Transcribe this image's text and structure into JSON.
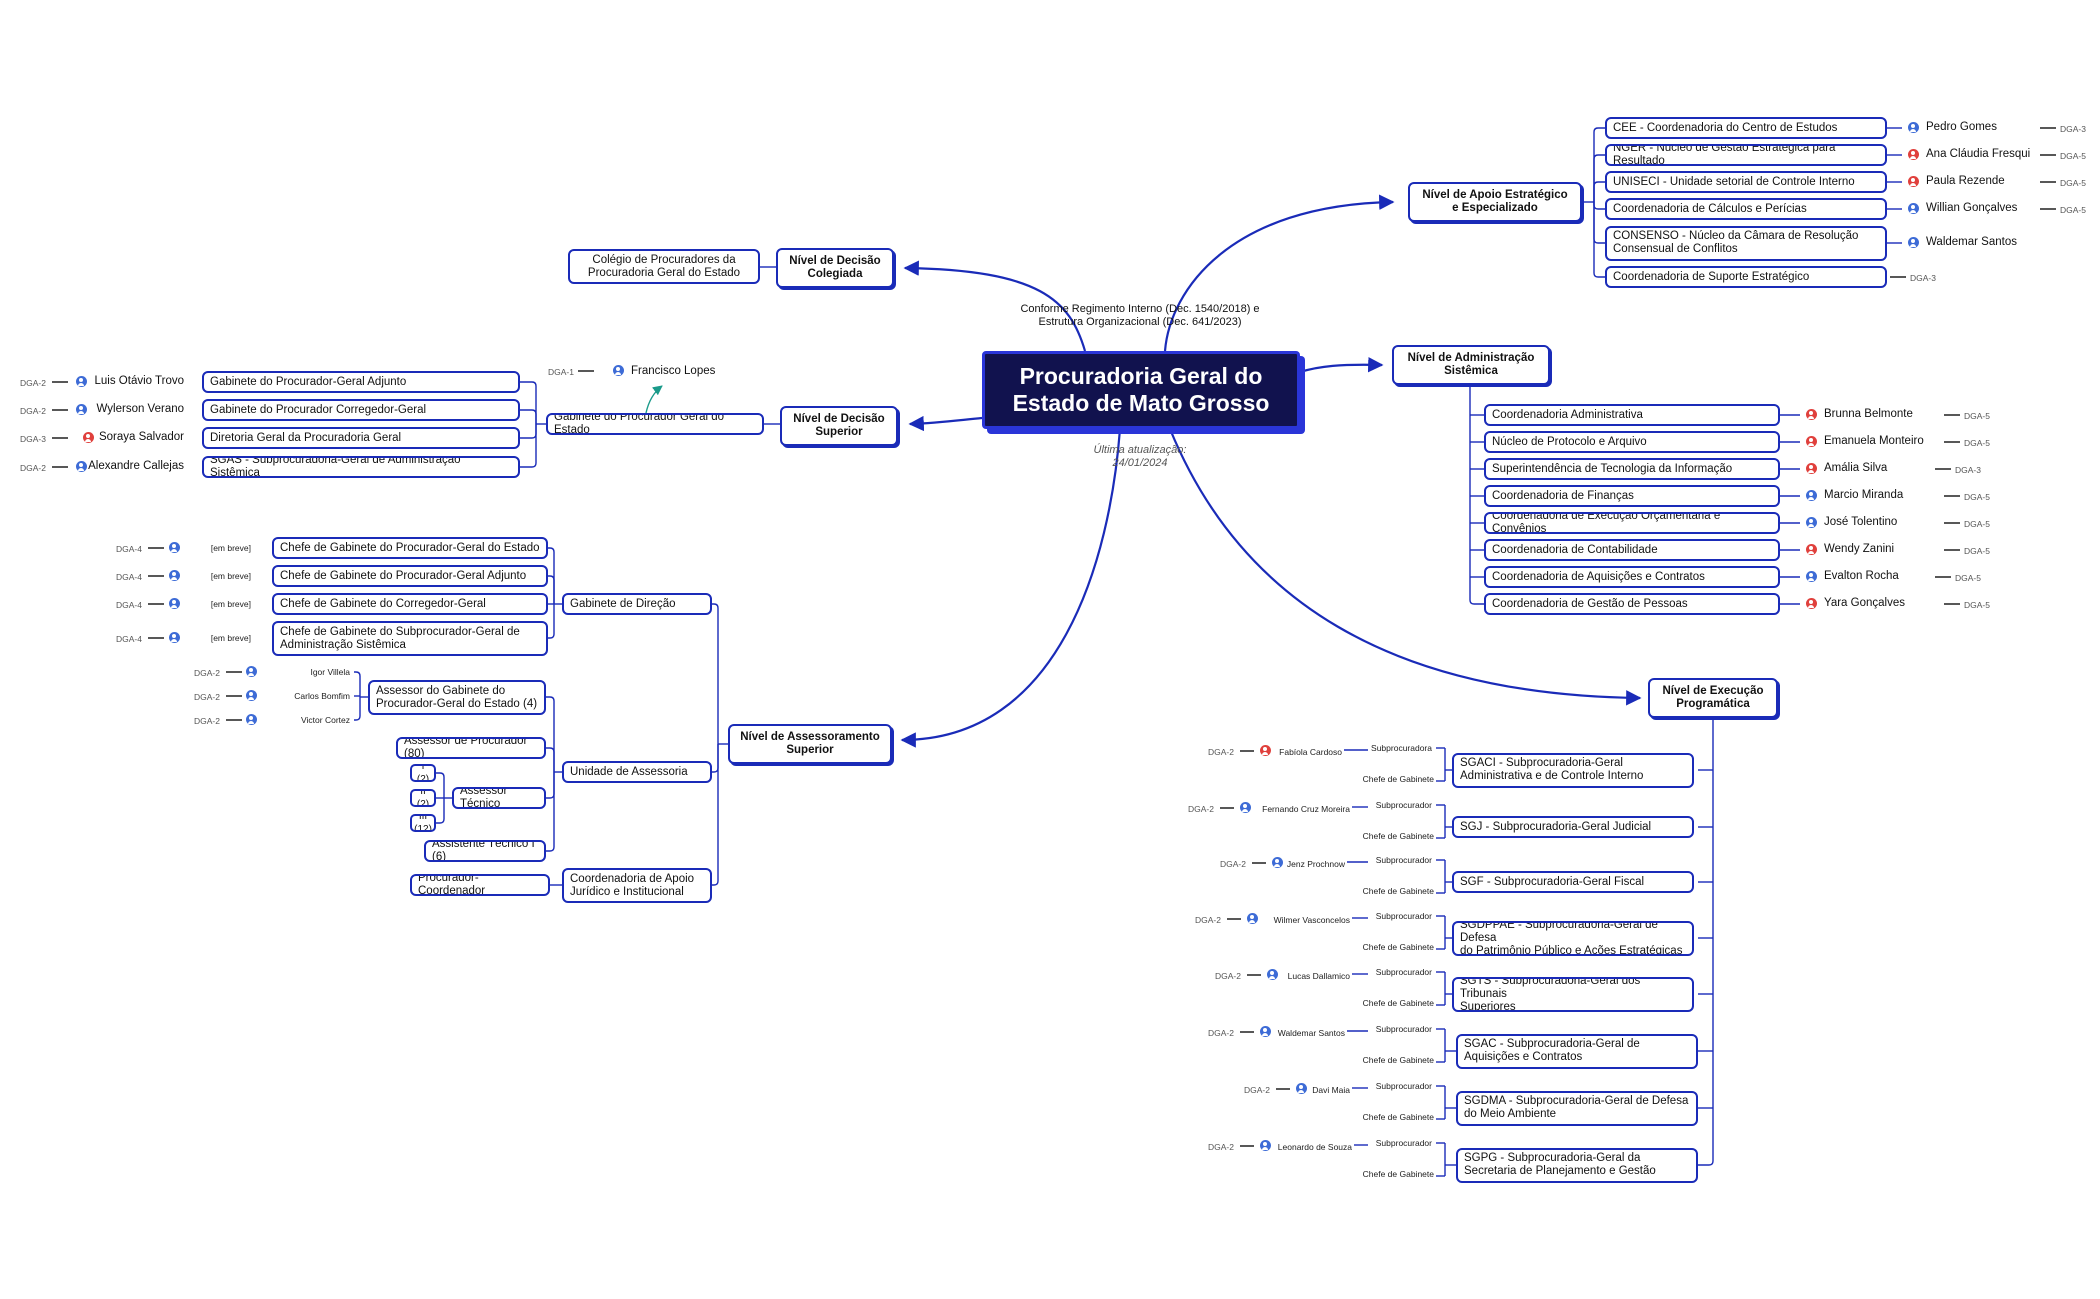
{
  "central": {
    "title": "Procuradoria Geral do\nEstado de Mato Grosso",
    "note": "Conforme Regimento Interno (Dec. 1540/2018) e\nEstrutura Organizacional (Dec. 641/2023)",
    "updated": "Última atualização:\n24/01/2024"
  },
  "colors": {
    "line": "#1a2bb8",
    "central_bg": "#11124e",
    "female": "#e0403c",
    "male": "#3d6bd6",
    "teal": "#1a9a8a"
  },
  "colegiada": {
    "label": "Nível de Decisão\nColegiada",
    "child": "Colégio de Procuradores da\nProcuradoria Geral do Estado"
  },
  "superior": {
    "label": "Nível de Decisão\nSuperior",
    "gabinete": "Gabinete do Procurador Geral do Estado",
    "head": {
      "dga": "DGA-1",
      "name": "Francisco Lopes",
      "icon": "user-icon"
    },
    "items": [
      {
        "label": "Gabinete do Procurador-Geral Adjunto",
        "name": "Luis Otávio Trovo",
        "dga": "DGA-2",
        "g": "male"
      },
      {
        "label": "Gabinete do Procurador Corregedor-Geral",
        "name": "Wylerson Verano",
        "dga": "DGA-2",
        "g": "male"
      },
      {
        "label": "Diretoria Geral da Procuradoria Geral",
        "name": "Soraya Salvador",
        "dga": "DGA-3",
        "g": "female"
      },
      {
        "label": "SGAS - Subprocuradoria-Geral de Administração Sistêmica",
        "name": "Alexandre Callejas",
        "dga": "DGA-2",
        "g": "male"
      }
    ]
  },
  "assessoramento": {
    "label": "Nível de Assessoramento\nSuperior",
    "gabinete_direcao": "Gabinete de Direção",
    "chefes": [
      {
        "label": "Chefe de Gabinete do Procurador-Geral do Estado",
        "status": "[em breve]",
        "dga": "DGA-4"
      },
      {
        "label": "Chefe de Gabinete do Procurador-Geral Adjunto",
        "status": "[em breve]",
        "dga": "DGA-4"
      },
      {
        "label": "Chefe de Gabinete do Corregedor-Geral",
        "status": "[em breve]",
        "dga": "DGA-4"
      },
      {
        "label": "Chefe de Gabinete do Subprocurador-Geral de\nAdministração Sistêmica",
        "status": "[em breve]",
        "dga": "DGA-4"
      }
    ],
    "unidade": "Unidade de Assessoria",
    "assessor_gabinete": "Assessor do Gabinete do\nProcurador-Geral do Estado (4)",
    "assessores": [
      {
        "name": "Igor Villela",
        "dga": "DGA-2"
      },
      {
        "name": "Carlos Bomfim",
        "dga": "DGA-2"
      },
      {
        "name": "Victor Cortez",
        "dga": "DGA-2"
      }
    ],
    "assessor_procurador": "Assessor de Procurador (80)",
    "assessor_tecnico": "Assessor Técnico",
    "tecnico_levels": [
      "I (2)",
      "II (2)",
      "III (12)"
    ],
    "assistente": "Assistente Técnico I (6)",
    "coordenadoria": "Coordenadoria de Apoio\nJurídico e Institucional",
    "procurador_coordenador": "Procurador-Coordenador"
  },
  "apoio": {
    "label": "Nível de Apoio Estratégico\ne Especializado",
    "items": [
      {
        "label": "CEE - Coordenadoria do Centro de Estudos",
        "name": "Pedro Gomes",
        "dga": "DGA-3",
        "g": "male"
      },
      {
        "label": "NGER - Núcleo de Gestão Estratégica para Resultado",
        "name": "Ana Cláudia Fresqui",
        "dga": "DGA-5",
        "g": "female"
      },
      {
        "label": "UNISECI - Unidade setorial de Controle Interno",
        "name": "Paula Rezende",
        "dga": "DGA-5",
        "g": "female"
      },
      {
        "label": "Coordenadoria de Cálculos e Perícias",
        "name": "Willian Gonçalves",
        "dga": "DGA-5",
        "g": "male"
      },
      {
        "label": "CONSENSO - Núcleo da Câmara de Resolução\nConsensual de Conflitos",
        "name": "Waldemar Santos",
        "dga": "",
        "g": "male"
      },
      {
        "label": "Coordenadoria de Suporte Estratégico",
        "name": "",
        "dga": "DGA-3",
        "g": ""
      }
    ]
  },
  "administracao": {
    "label": "Nível de Administração\nSistêmica",
    "items": [
      {
        "label": "Coordenadoria Administrativa",
        "name": "Brunna Belmonte",
        "dga": "DGA-5",
        "g": "female"
      },
      {
        "label": "Núcleo de Protocolo e Arquivo",
        "name": "Emanuela Monteiro",
        "dga": "DGA-5",
        "g": "female"
      },
      {
        "label": "Superintendência de Tecnologia da Informação",
        "name": "Amália Silva",
        "dga": "DGA-3",
        "g": "female"
      },
      {
        "label": "Coordenadoria de Finanças",
        "name": "Marcio Miranda",
        "dga": "DGA-5",
        "g": "male"
      },
      {
        "label": "Coordenadoria de Execução Orçamentária e Convênios",
        "name": "José Tolentino",
        "dga": "DGA-5",
        "g": "male"
      },
      {
        "label": "Coordenadoria de Contabilidade",
        "name": "Wendy Zanini",
        "dga": "DGA-5",
        "g": "female"
      },
      {
        "label": "Coordenadoria de Aquisições e Contratos",
        "name": "Evalton Rocha",
        "dga": "DGA-5",
        "g": "male"
      },
      {
        "label": "Coordenadoria de Gestão de Pessoas",
        "name": "Yara Gonçalves",
        "dga": "DGA-5",
        "g": "female"
      }
    ]
  },
  "execucao": {
    "label": "Nível de Execução\nProgramática",
    "role_sub": "Subprocuradora",
    "role_sub_m": "Subprocurador",
    "role_chefe": "Chefe de Gabinete",
    "items": [
      {
        "label": "SGACI - Subprocuradoria-Geral\nAdministrativa e de Controle Interno",
        "name": "Fabíola Cardoso",
        "dga": "DGA-2",
        "g": "female"
      },
      {
        "label": "SGJ - Subprocuradoria-Geral Judicial",
        "name": "Fernando Cruz Moreira",
        "dga": "DGA-2",
        "g": "male"
      },
      {
        "label": "SGF - Subprocuradoria-Geral Fiscal",
        "name": "Jenz Prochnow",
        "dga": "DGA-2",
        "g": "male"
      },
      {
        "label": "SGDPPAE - Subprocuradoria-Geral de Defesa\ndo Patrimônio Público e Ações Estratégicas",
        "name": "Wilmer  Vasconcelos",
        "dga": "DGA-2",
        "g": "male"
      },
      {
        "label": "SGTS - Subprocuradoria-Geral dos Tribunais\nSuperiores",
        "name": "Lucas Dallamico",
        "dga": "DGA-2",
        "g": "male"
      },
      {
        "label": "SGAC - Subprocuradoria-Geral de\nAquisições e Contratos",
        "name": "Waldemar Santos",
        "dga": "DGA-2",
        "g": "male"
      },
      {
        "label": "SGDMA - Subprocuradoria-Geral de Defesa\ndo Meio Ambiente",
        "name": "Davi Maia",
        "dga": "DGA-2",
        "g": "male"
      },
      {
        "label": "SGPG - Subprocuradoria-Geral da\nSecretaria de Planejamento e Gestão",
        "name": "Leonardo de Souza",
        "dga": "DGA-2",
        "g": "male"
      }
    ]
  }
}
